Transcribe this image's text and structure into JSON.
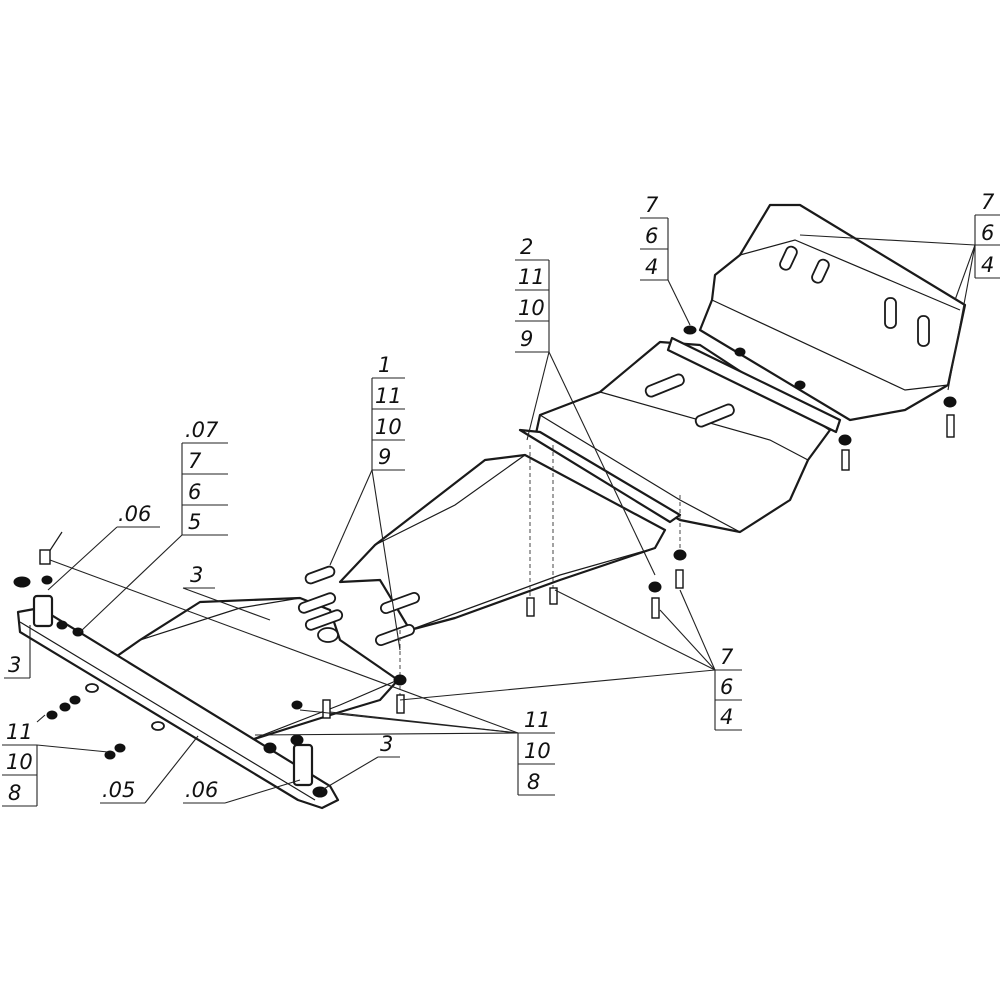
{
  "callouts": {
    "c1": [
      "1",
      "11",
      "10",
      "9"
    ],
    "c2": [
      "2",
      "11",
      "10",
      "9"
    ],
    "c3": [
      "7",
      "6",
      "4"
    ],
    "c4": [
      "7",
      "6",
      "4"
    ],
    "c5": [
      "7",
      "6",
      "4"
    ],
    "c6": [
      ".07",
      "7",
      "6",
      "5"
    ],
    "c7": [
      ".06"
    ],
    "c8": [
      "3"
    ],
    "c9": [
      "3"
    ],
    "c10": [
      "11",
      "10",
      "8"
    ],
    "c11": [
      "11",
      "10",
      "8"
    ],
    "c12": [
      ".05"
    ],
    "c13": [
      ".06"
    ],
    "c14": [
      "3"
    ]
  }
}
